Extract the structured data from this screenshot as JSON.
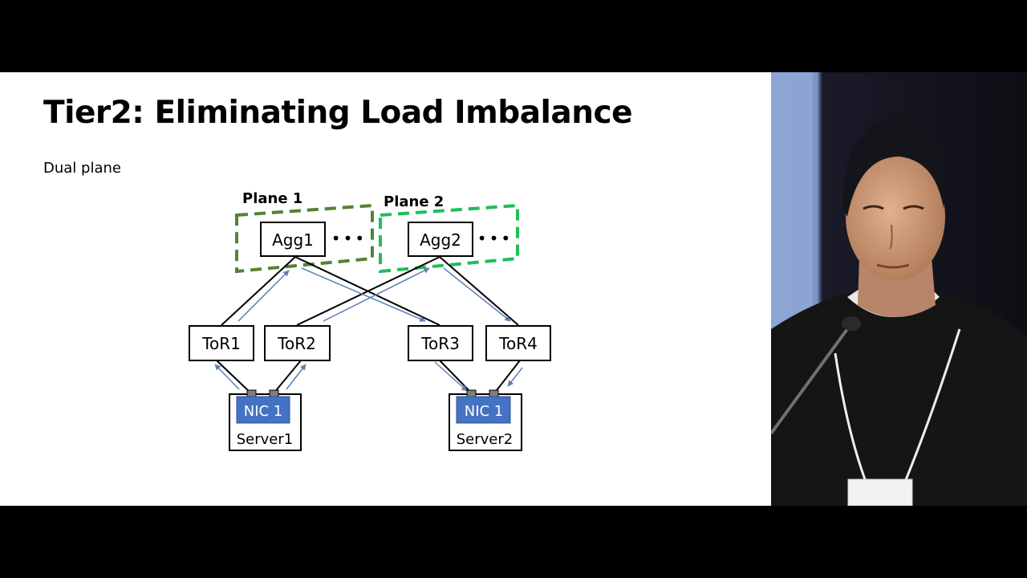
{
  "slide": {
    "title": "Tier2: Eliminating Load Imbalance",
    "subtitle": "Dual plane"
  },
  "diagram": {
    "planes": [
      {
        "label": "Plane 1",
        "color": "#548235"
      },
      {
        "label": "Plane 2",
        "color": "#1fbe5a"
      }
    ],
    "aggregation": [
      {
        "label": "Agg1",
        "ellipsis": "•••"
      },
      {
        "label": "Agg2",
        "ellipsis": "•••"
      }
    ],
    "tors": [
      {
        "label": "ToR1"
      },
      {
        "label": "ToR2"
      },
      {
        "label": "ToR3"
      },
      {
        "label": "ToR4"
      }
    ],
    "servers": [
      {
        "nic_label": "NIC 1",
        "label": "Server1"
      },
      {
        "nic_label": "NIC 1",
        "label": "Server2"
      }
    ],
    "colors": {
      "nic_fill": "#4472c4",
      "arrow": "#5b7fb0",
      "link": "#000000"
    }
  }
}
